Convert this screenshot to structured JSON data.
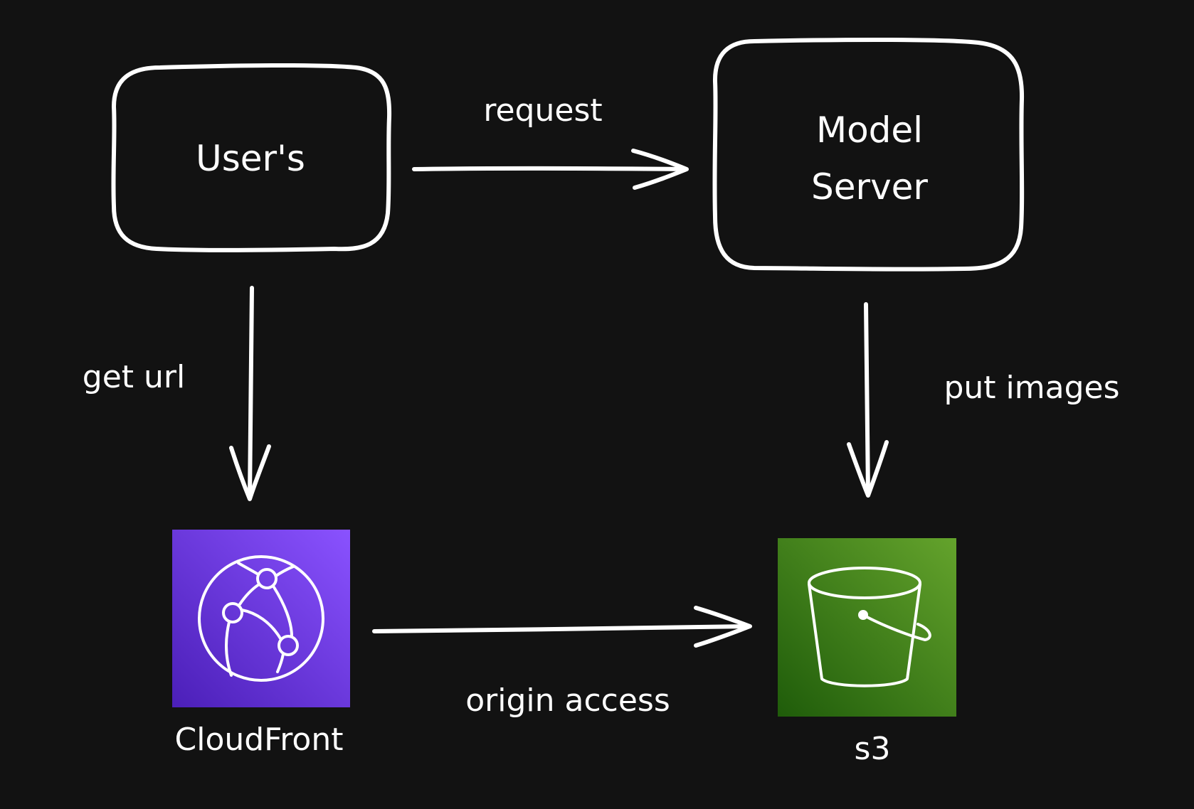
{
  "nodes": {
    "users": {
      "label": "User's"
    },
    "model_server": {
      "label_line1": "Model",
      "label_line2": "Server"
    },
    "cloudfront": {
      "label": "CloudFront",
      "icon": "cloudfront-icon",
      "color": "#6b35e6"
    },
    "s3": {
      "label": "s3",
      "icon": "s3-bucket-icon",
      "color": "#3f8624"
    }
  },
  "edges": {
    "request": {
      "label": "request"
    },
    "get_url": {
      "label": "get url"
    },
    "put_images": {
      "label": "put images"
    },
    "origin_access": {
      "label": "origin access"
    }
  },
  "colors": {
    "background": "#121212",
    "stroke": "#ffffff"
  }
}
